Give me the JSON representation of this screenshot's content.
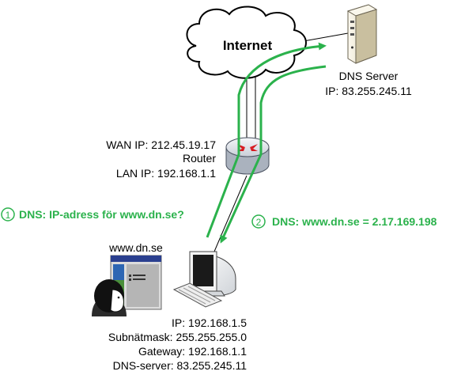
{
  "colors": {
    "accent_green": "#2bb24c",
    "line": "#000000",
    "server_fill": "#f1ecd9",
    "router_fill": "#e4e7ec",
    "router_arrows": "#d71920",
    "browser_title": "#2a3f8f"
  },
  "cloud": {
    "label": "Internet"
  },
  "dns_server": {
    "icon": "server-icon",
    "name": "DNS Server",
    "ip": "IP: 83.255.245.11"
  },
  "router": {
    "icon": "router-icon",
    "wan_ip": "WAN IP: 212.45.19.17",
    "name": "Router",
    "lan_ip": "LAN IP: 192.168.1.1"
  },
  "query": {
    "number": "1",
    "text": "DNS: IP-adress för www.dn.se?"
  },
  "response": {
    "number": "2",
    "text": "DNS: www.dn.se = 2.17.169.198"
  },
  "client": {
    "browser_label": "www.dn.se",
    "icons": [
      "user-icon",
      "browser-window-icon",
      "computer-icon",
      "keyboard-icon"
    ],
    "ip": "IP: 192.168.1.5",
    "subnet": "Subnätmask: 255.255.255.0",
    "gateway": "Gateway: 192.168.1.1",
    "dns": "DNS-server: 83.255.245.11"
  }
}
